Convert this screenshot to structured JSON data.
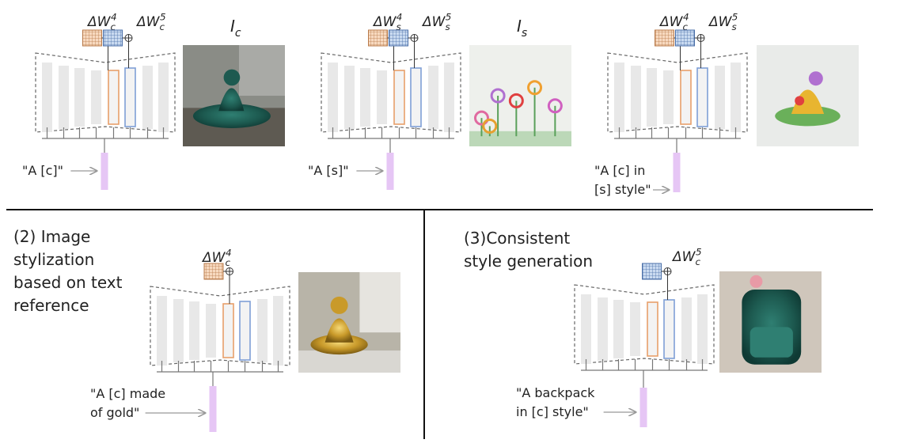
{
  "panel1": {
    "unets": [
      {
        "delta_left": {
          "base": "ΔW",
          "sub": "c",
          "sup": "4"
        },
        "delta_right": {
          "base": "ΔW",
          "sub": "c",
          "sup": "5"
        },
        "image_label": {
          "base": "I",
          "sub": "c"
        },
        "image_desc": "green ceramic statue",
        "prompt": [
          "\"A [c]\""
        ]
      },
      {
        "delta_left": {
          "base": "ΔW",
          "sub": "s",
          "sup": "4"
        },
        "delta_right": {
          "base": "ΔW",
          "sub": "s",
          "sup": "5"
        },
        "image_label": {
          "base": "I",
          "sub": "s"
        },
        "image_desc": "flower drawing",
        "prompt": [
          "\"A [s]\""
        ]
      },
      {
        "delta_left": {
          "base": "ΔW",
          "sub": "c",
          "sup": "4"
        },
        "delta_right": {
          "base": "ΔW",
          "sub": "s",
          "sup": "5"
        },
        "image_label": null,
        "image_desc": "statue in flower style",
        "prompt": [
          "\"A [c] in",
          "[s] style\""
        ]
      }
    ]
  },
  "panel2": {
    "title": [
      "(2) Image",
      "stylization",
      "based on text",
      "reference"
    ],
    "delta": {
      "base": "ΔW",
      "sub": "c",
      "sup": "4"
    },
    "image_desc": "golden statue",
    "prompt": [
      "\"A [c] made",
      "of gold\""
    ]
  },
  "panel3": {
    "title": [
      "(3)Consistent",
      "style generation"
    ],
    "delta": {
      "base": "ΔW",
      "sub": "c",
      "sup": "5"
    },
    "image_desc": "green ceramic backpack",
    "prompt": [
      "\"A backpack",
      "in [c] style\""
    ]
  },
  "colors": {
    "orange": "#e8a06a",
    "blue": "#7f9fd6",
    "orange_fill": "#f7d9bf",
    "blue_fill": "#c9daf0",
    "bar": "#e8e8e8",
    "pink": "#e6c6f5",
    "dash": "#666666",
    "divider": "#111111"
  }
}
